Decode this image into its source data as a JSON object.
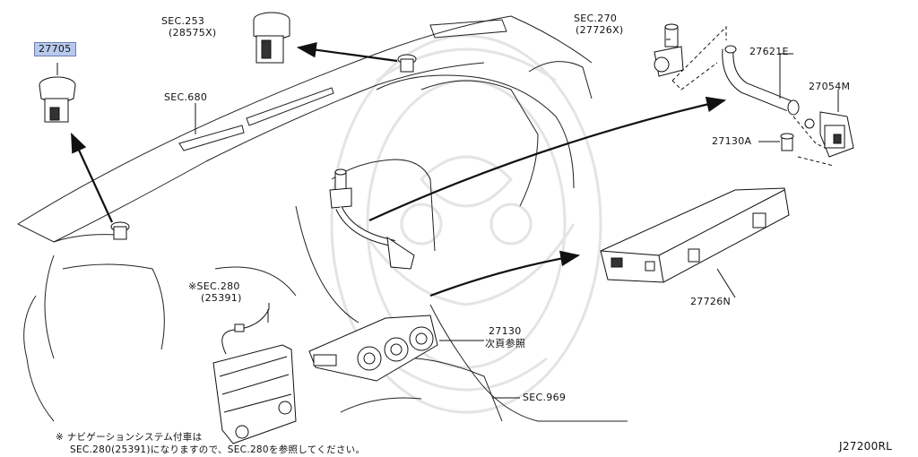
{
  "parts": {
    "p27705": "27705",
    "sec253": "SEC.253",
    "sec253_sub": "(28575X)",
    "sec680": "SEC.680",
    "sec270": "SEC.270",
    "sec270_sub": "(27726X)",
    "p27621E": "27621E",
    "p27054M": "27054M",
    "p27130A": "27130A",
    "sec280": "※SEC.280",
    "sec280_sub": "(25391)",
    "p27726N": "27726N",
    "p27130": "27130",
    "p27130_sub": "次頁参照",
    "sec969": "SEC.969"
  },
  "footnote": {
    "line1": "※ ナビゲーションシステム付車は",
    "line2": "SEC.280(25391)になりますので、SEC.280を参照してください。"
  },
  "diagram_ref": "J27200RL",
  "colors": {
    "highlight": "#b9c9ee",
    "line": "#111111",
    "watermark": "#e6e6e6"
  }
}
